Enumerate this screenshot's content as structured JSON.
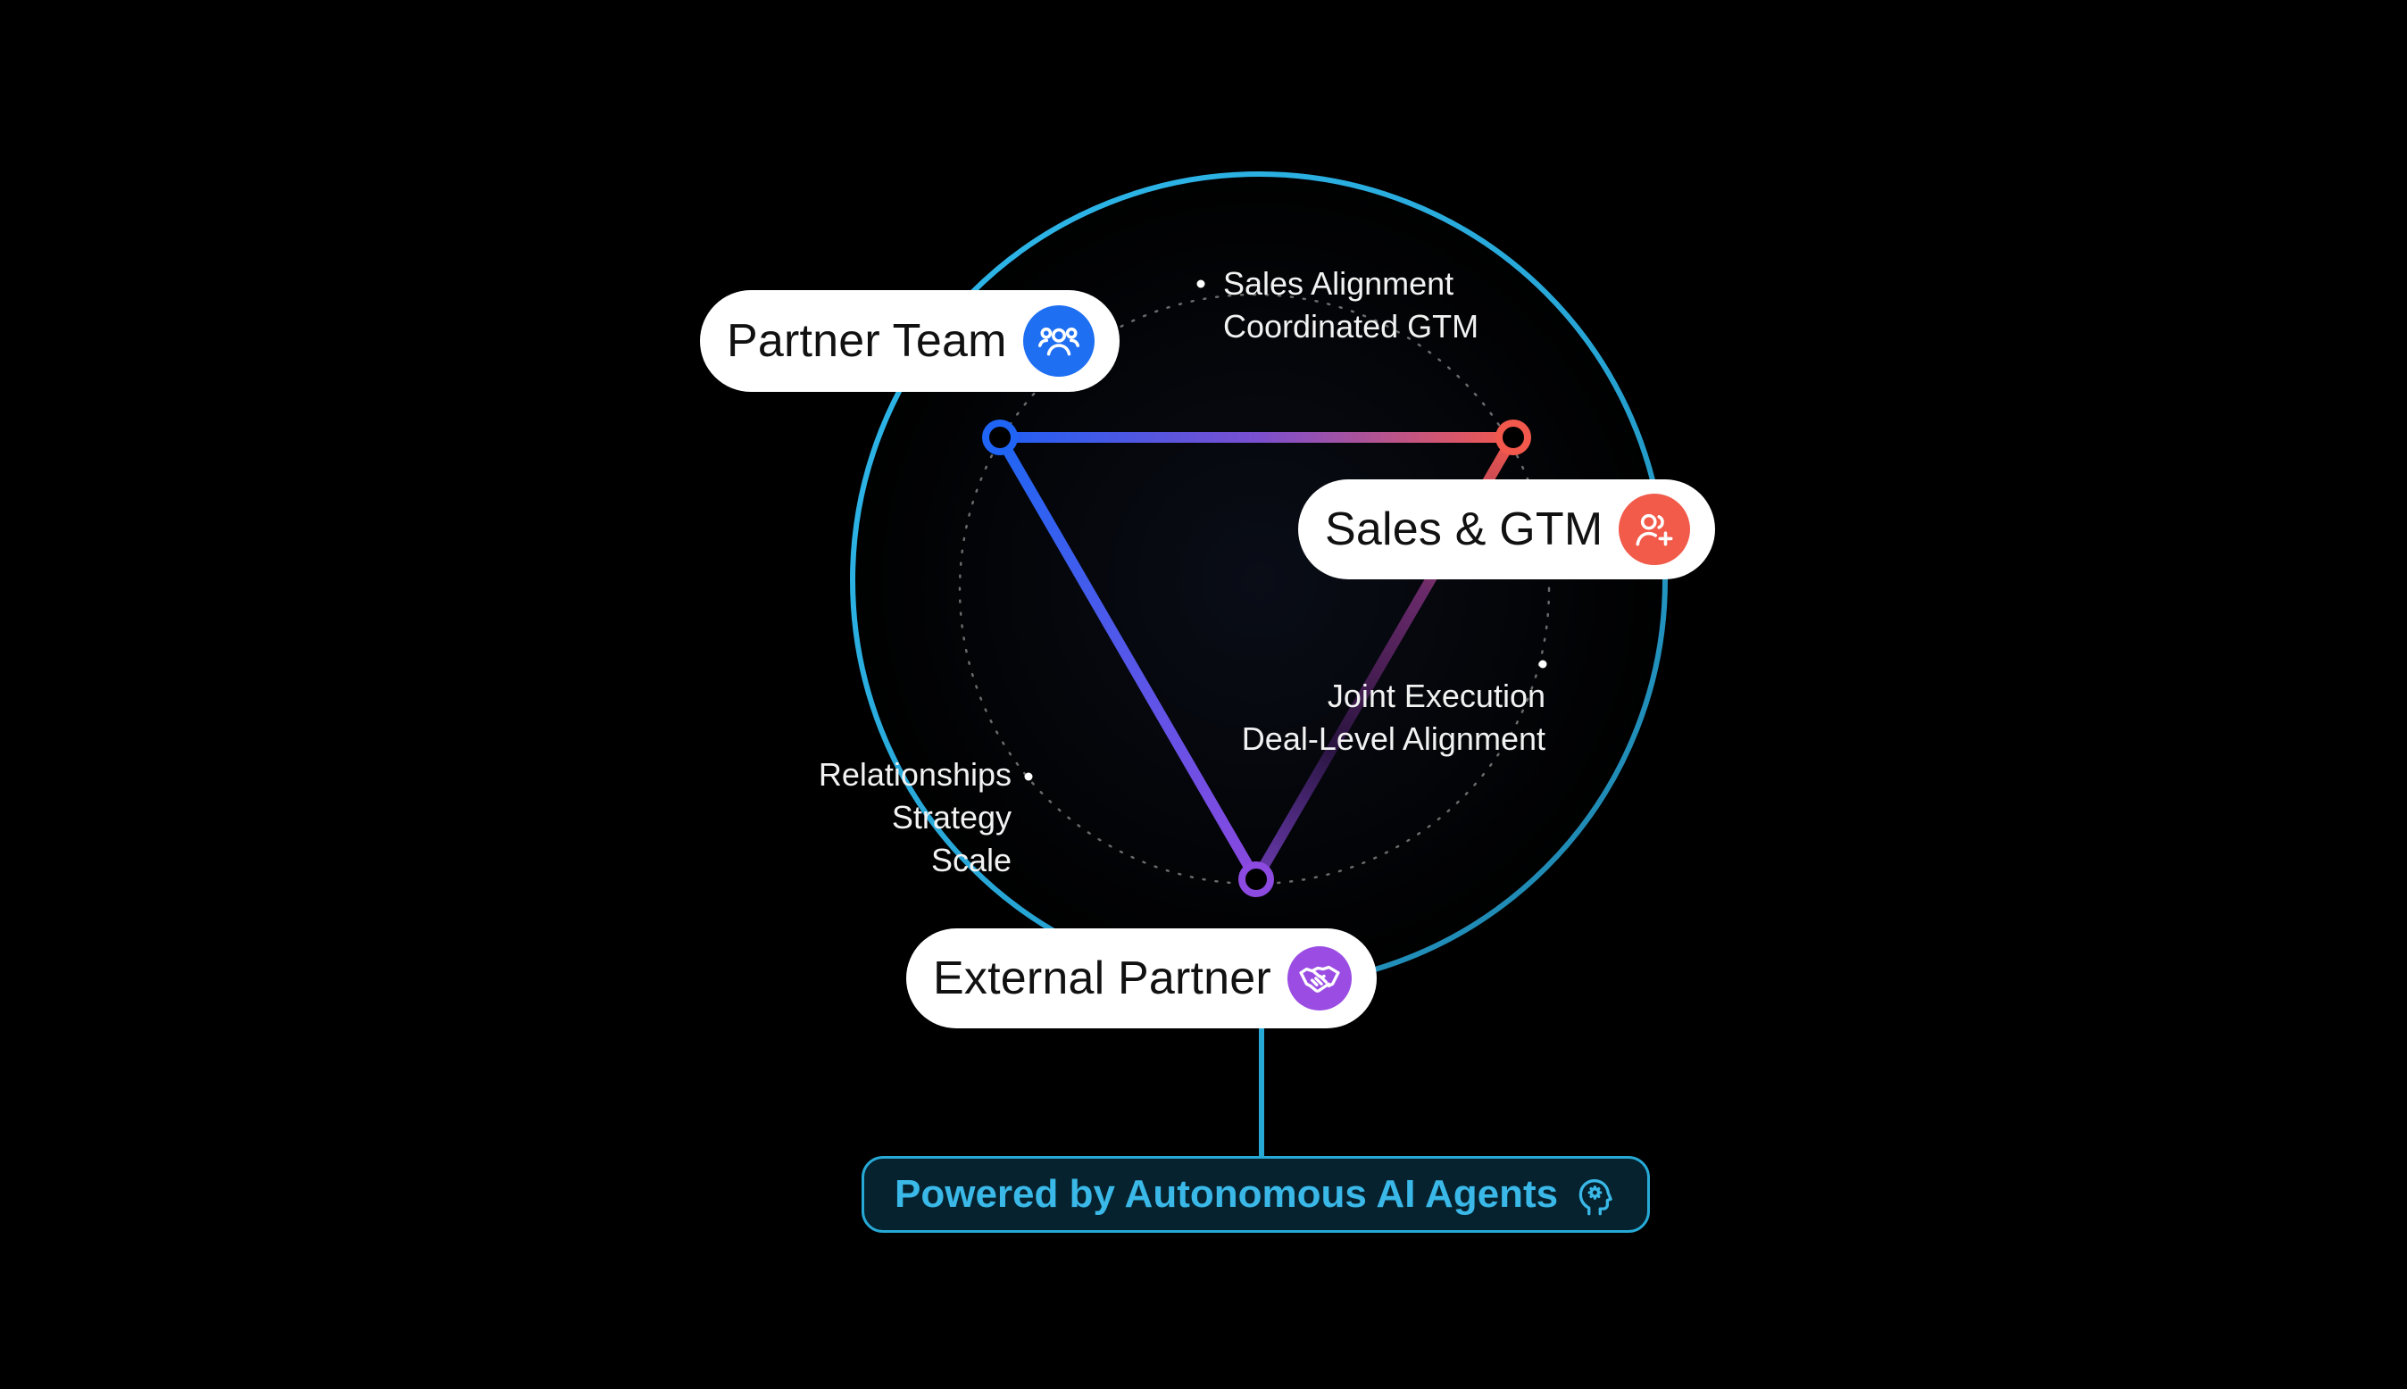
{
  "nodes": {
    "partner_team": {
      "label": "Partner Team",
      "icon": "team-icon",
      "color": "#1e6ff2"
    },
    "sales_gtm": {
      "label": "Sales & GTM",
      "icon": "user-add-icon",
      "color": "#f25a4a"
    },
    "external_partner": {
      "label": "External Partner",
      "icon": "handshake-icon",
      "color": "#9b4de3"
    }
  },
  "notes": {
    "top": [
      "Sales Alignment",
      "Coordinated GTM"
    ],
    "right": [
      "Joint Execution",
      "Deal-Level Alignment"
    ],
    "left": [
      "Relationships",
      "Strategy",
      "Scale"
    ]
  },
  "banner": {
    "text": "Powered by Autonomous AI Agents",
    "icon": "ai-head-icon",
    "color": "#27a9d6"
  },
  "colors": {
    "ring": "#2fb4e6",
    "background": "#000000"
  }
}
